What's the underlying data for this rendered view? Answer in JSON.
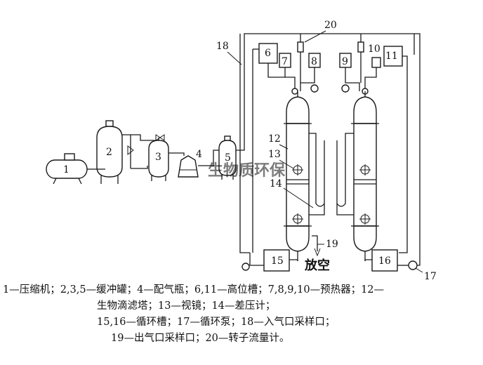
{
  "labels": {
    "n1": "1",
    "n2": "2",
    "n3": "3",
    "n4": "4",
    "n5": "5",
    "n6": "6",
    "n7": "7",
    "n8": "8",
    "n9": "9",
    "n10": "10",
    "n11": "11",
    "n12": "12",
    "n13": "13",
    "n14": "14",
    "n15": "15",
    "n16": "16",
    "n17": "17",
    "n18": "18",
    "n19": "19",
    "n20": "20",
    "vent": "放空"
  },
  "watermark": "生物质环保",
  "legend": [
    "1—压缩机；2,3,5—缓冲罐；4—配气瓶；6,11—高位槽；7,8,9,10—预热器；12—",
    "生物滴滤塔；13—视镜；14—差压计；",
    "15,16—循环槽；17—循环泵；18—入气口采样口；",
    "19—出气口采样口；20—转子流量计。"
  ]
}
